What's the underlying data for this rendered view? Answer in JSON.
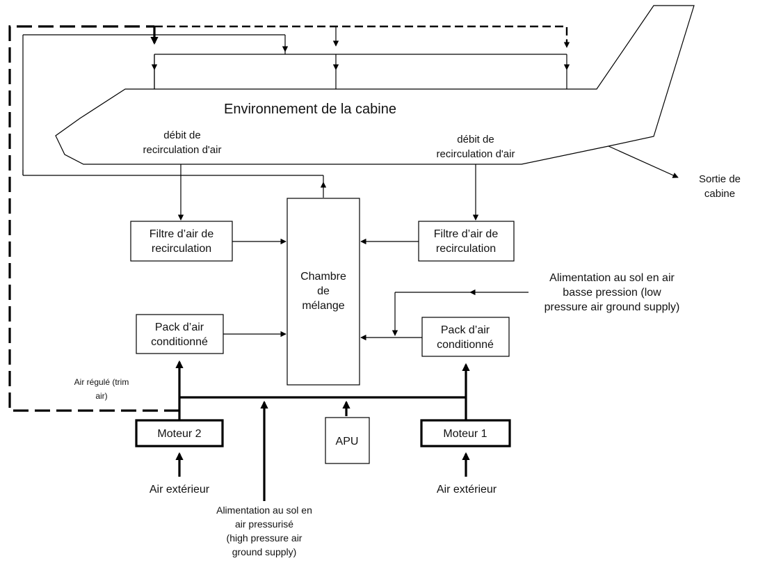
{
  "cabin": {
    "title": "Environnement de la cabine"
  },
  "recirc_left": {
    "line1": "débit de",
    "line2": "recirculation d'air"
  },
  "recirc_right": {
    "line1": "débit de",
    "line2": "recirculation d'air"
  },
  "exit": {
    "line1": "Sortie de",
    "line2": "cabine"
  },
  "filter_left": {
    "line1": "Filtre d’air de",
    "line2": "recirculation"
  },
  "filter_right": {
    "line1": "Filtre d’air de",
    "line2": "recirculation"
  },
  "mixer": {
    "line1": "Chambre",
    "line2": "de",
    "line3": "mélange"
  },
  "low_pressure": {
    "line1": "Alimentation au sol en air",
    "line2": "basse pression (low",
    "line3": "pressure air ground supply)"
  },
  "pack_left": {
    "line1": "Pack d’air",
    "line2": "conditionné"
  },
  "pack_right": {
    "line1": "Pack d’air",
    "line2": "conditionné"
  },
  "trim_air": {
    "line1": "Air régulé (trim",
    "line2": "air)"
  },
  "engine2": {
    "label": "Moteur 2"
  },
  "engine1": {
    "label": "Moteur 1"
  },
  "apu": {
    "label": "APU"
  },
  "outside_left": {
    "label": "Air extérieur"
  },
  "outside_right": {
    "label": "Air extérieur"
  },
  "high_pressure": {
    "line1": "Alimentation  au sol en",
    "line2": "air pressurisé",
    "line3": "(high pressure air",
    "line4": "ground supply)"
  }
}
